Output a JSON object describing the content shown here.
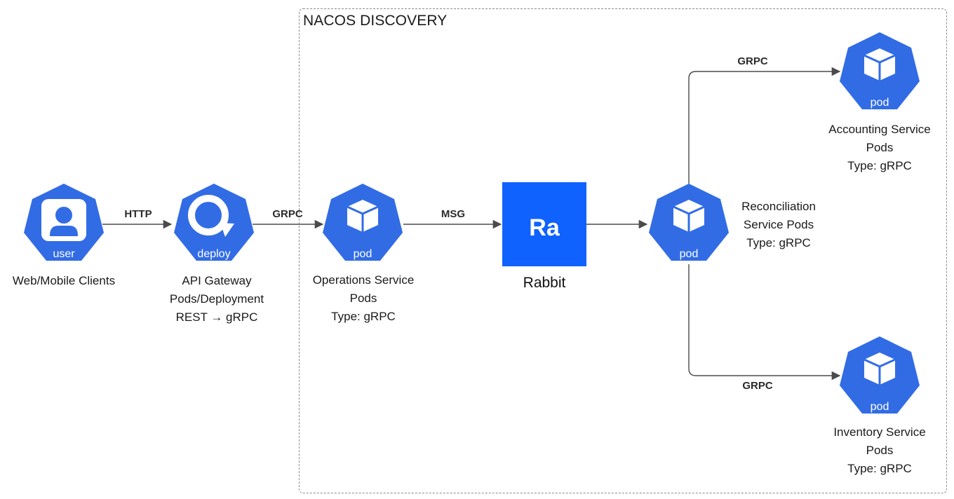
{
  "group": {
    "title": "NACOS DISCOVERY"
  },
  "nodes": {
    "web_clients": {
      "icon_text": "user",
      "label_lines": [
        "Web/Mobile Clients"
      ]
    },
    "api_gateway": {
      "icon_text": "deploy",
      "label_lines": [
        "API Gateway",
        "Pods/Deployment",
        "REST → gRPC"
      ]
    },
    "operations": {
      "icon_text": "pod",
      "label_lines": [
        "Operations Service",
        "Pods",
        "Type: gRPC"
      ]
    },
    "rabbit": {
      "icon_text": "Ra",
      "label": "Rabbit"
    },
    "reconciliation": {
      "icon_text": "pod",
      "label_lines": [
        "Reconciliation",
        "Service Pods",
        "Type: gRPC"
      ]
    },
    "accounting": {
      "icon_text": "pod",
      "label_lines": [
        "Accounting Service",
        "Pods",
        "Type: gRPC"
      ]
    },
    "inventory": {
      "icon_text": "pod",
      "label_lines": [
        "Inventory Service",
        "Pods",
        "Type: gRPC"
      ]
    }
  },
  "edges": {
    "http": "HTTP",
    "grpc_gateway": "GRPC",
    "msg": "MSG",
    "grpc_accounting": "GRPC",
    "grpc_inventory": "GRPC"
  },
  "colors": {
    "k8s_blue": "#326ce5",
    "rabbit_blue": "#0f62fe",
    "line": "#4b4b4b",
    "dash": "#8b8b8b"
  },
  "icons": {
    "user": "user-icon",
    "deploy": "deploy-icon",
    "pod": "pod-icon",
    "rabbit": "rabbitmq-icon"
  }
}
